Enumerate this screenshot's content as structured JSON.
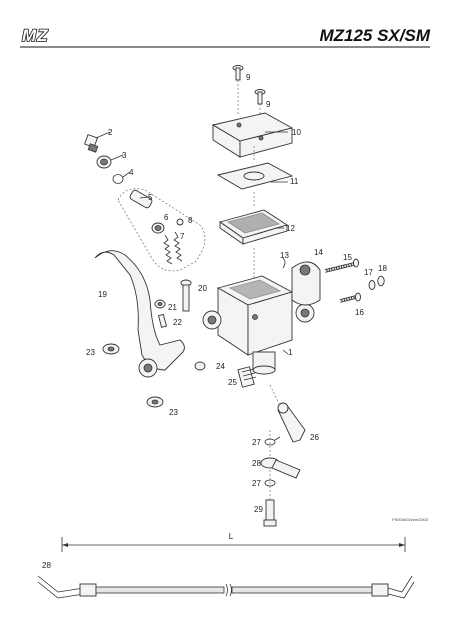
{
  "header": {
    "brand": "MZ",
    "model": "MZ125 SX/SM"
  },
  "diagram": {
    "drawing_code": "FS004602vsm/2003",
    "dimension_label": "L",
    "part_numbers": [
      "9",
      "9",
      "10",
      "2",
      "3",
      "4",
      "5",
      "6",
      "8",
      "7",
      "11",
      "12",
      "13",
      "14",
      "15",
      "17",
      "18",
      "19",
      "20",
      "21",
      "22",
      "16",
      "23",
      "1",
      "24",
      "25",
      "23",
      "26",
      "27",
      "28",
      "27",
      "29",
      "28"
    ]
  }
}
